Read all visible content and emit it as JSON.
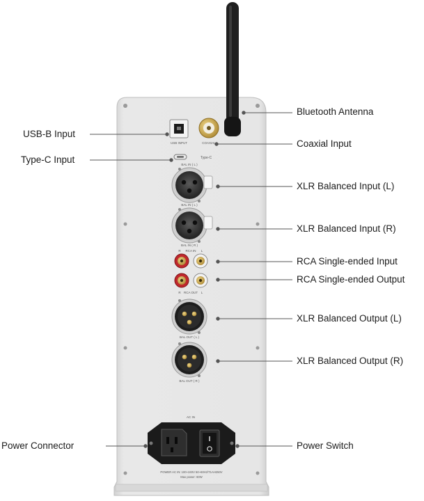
{
  "callouts": {
    "bluetooth_antenna": "Bluetooth Antenna",
    "usb_b_input": "USB-B Input",
    "coaxial_input": "Coaxial Input",
    "type_c_input": "Type-C Input",
    "xlr_balanced_input_l": "XLR Balanced Input (L)",
    "xlr_balanced_input_r": "XLR Balanced Input (R)",
    "rca_single_ended_input": "RCA Single-ended Input",
    "rca_single_ended_output": "RCA Single-ended Output",
    "xlr_balanced_output_l": "XLR Balanced Output (L)",
    "xlr_balanced_output_r": "XLR Balanced Output (R)",
    "power_connector": "Power Connector",
    "power_switch": "Power Switch"
  },
  "panel_print": {
    "usb_input": "USB INPUT",
    "coaxial": "COAXIAL",
    "type_c": "Type-C",
    "bal_in_l": "BAL IN ( L )",
    "bal_in_r": "BAL IN ( R )",
    "rca_in": "RCA IN",
    "rca_out": "RCA OUT",
    "r": "R",
    "l": "L",
    "bal_out_l": "BAL OUT ( L )",
    "bal_out_r": "BAL OUT ( R )",
    "ac_in": "AC IN",
    "power_rating": "POWER AC IN: 100~240V 50~60Hz/T1AH250V",
    "power_spec": "Max power: 60W"
  },
  "colors": {
    "panel": "#e4e4e4",
    "panel_edge": "#c4c4c4",
    "antenna": "#1e1e1e",
    "leader_line": "#555555",
    "rca_red": "#c0282d",
    "gold": "#c9a54a"
  },
  "icons": [
    "antenna",
    "usb-b-port",
    "coaxial-jack",
    "type-c-port",
    "xlr-female-jack",
    "rca-jack",
    "xlr-male-jack",
    "iec-power-inlet",
    "rocker-switch"
  ]
}
